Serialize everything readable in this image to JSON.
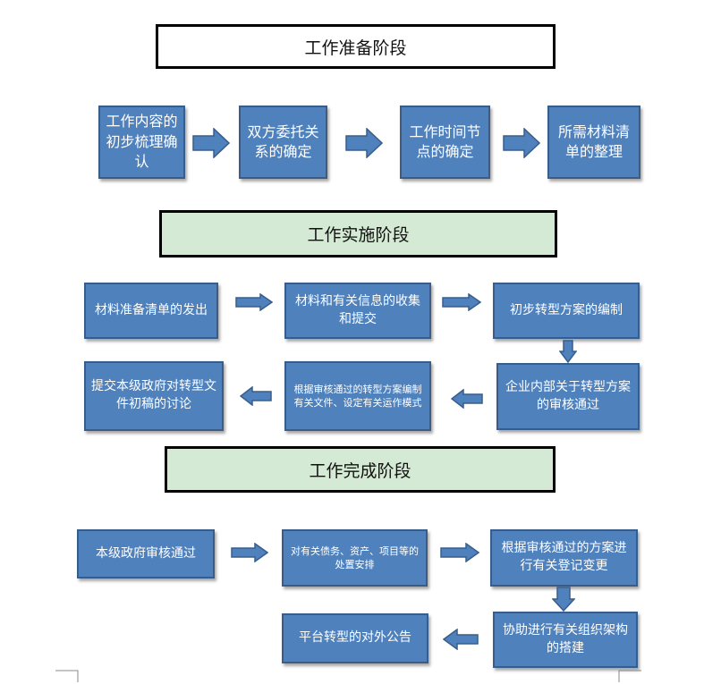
{
  "stages": {
    "prepare": "工作准备阶段",
    "implement": "工作实施阶段",
    "complete": "工作完成阶段"
  },
  "prepare_steps": {
    "s1": "工作内容的初步梳理确认",
    "s2": "双方委托关系的确定",
    "s3": "工作时间节点的确定",
    "s4": "所需材料清单的整理"
  },
  "implement_steps": {
    "s1": "材料准备清单的发出",
    "s2": "材料和有关信息的收集和提交",
    "s3": "初步转型方案的编制",
    "s4": "企业内部关于转型方案的审核通过",
    "s5": "根据审核通过的转型方案编制有关文件、设定有关运作模式",
    "s6": "提交本级政府对转型文件初稿的讨论"
  },
  "complete_steps": {
    "s1": "本级政府审核通过",
    "s2": "对有关债务、资产、项目等的处置安排",
    "s3": "根据审核通过的方案进行有关登记变更",
    "s4": "协助进行有关组织架构的搭建",
    "s5": "平台转型的对外公告"
  },
  "colors": {
    "box_fill": "#4f81bd",
    "box_border": "#385d8a",
    "stage_green": "#d5ead5"
  }
}
